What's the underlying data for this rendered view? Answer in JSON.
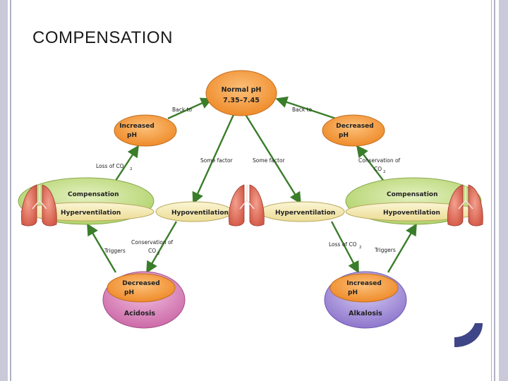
{
  "slide": {
    "title": "COMPENSATION"
  },
  "diagram": {
    "nodes": {
      "normal_ph": {
        "line1": "Normal pH",
        "line2": "7.35–7.45"
      },
      "increased_ph_top": {
        "line1": "Increased",
        "line2": "pH"
      },
      "decreased_ph_top": {
        "line1": "Decreased",
        "line2": "pH"
      },
      "compensation_left": {
        "line1": "Compensation",
        "line2": "Hyperventilation"
      },
      "compensation_right": {
        "line1": "Compensation",
        "line2": "Hypoventilation"
      },
      "hypoventilation_center": "Hypoventilation",
      "hyperventilation_center": "Hyperventilation",
      "acidosis": {
        "line1": "Decreased",
        "line2": "pH",
        "label": "Acidosis"
      },
      "alkalosis": {
        "line1": "Increased",
        "line2": "pH",
        "label": "Alkalosis"
      }
    },
    "edge_labels": {
      "back_to_left": "Back to",
      "back_to_right": "Back to",
      "some_factor_left": "Some factor",
      "some_factor_right": "Some factor",
      "loss_co2_top": "Loss of CO",
      "conservation_co2_top": "Conservation of",
      "co2_top": "CO",
      "triggers_left": "Triggers",
      "conservation_co2_bottom": "Conservation of",
      "co2_bottom": "CO",
      "loss_co2_bottom": "Loss of CO",
      "triggers_right": "Triggers",
      "subscript_2": "2"
    },
    "colors": {
      "orange": "#f39a3c",
      "green_oval": "#c6df8a",
      "yellow_oval": "#f6ecb4",
      "lung": "#e0705e",
      "arrow": "#3a7d2a",
      "pink": "#d67fb8",
      "purple": "#9f8ad6"
    }
  }
}
